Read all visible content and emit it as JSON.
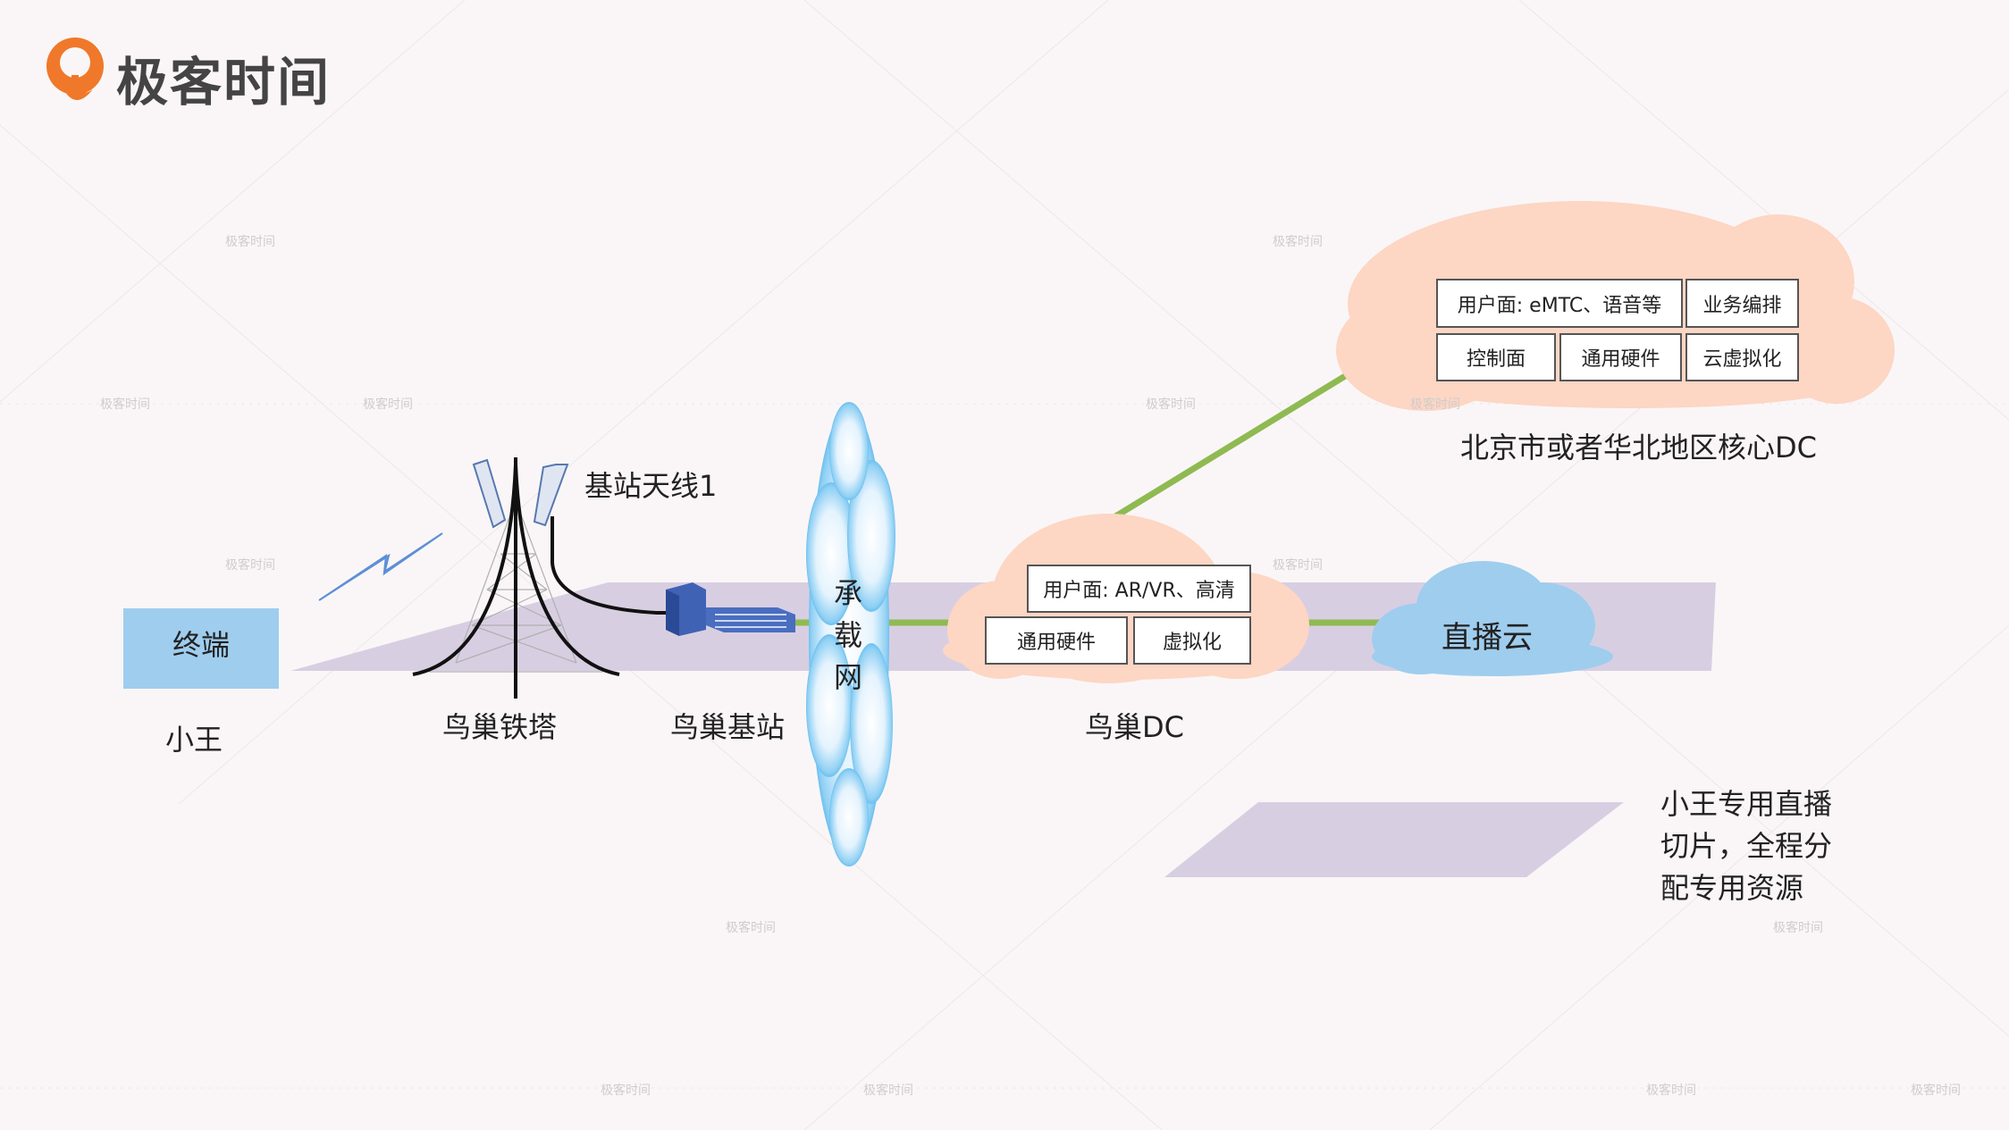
{
  "brand": {
    "name": "极客时间",
    "logo_icon": "geektime-logo-icon",
    "color": "#f0782a"
  },
  "watermark": {
    "text": "极客时间"
  },
  "colors": {
    "link_line": "#8fba52",
    "slice_plane": "#d8cee2",
    "cloud_peach": "#fdd6c4",
    "cloud_blue": "#9fcdee",
    "terminal": "#9fcdee"
  },
  "nodes": {
    "terminal": {
      "label": "终端",
      "caption": "小王"
    },
    "tower": {
      "caption": "鸟巢铁塔",
      "antenna_label": "基站天线1"
    },
    "basestation": {
      "caption": "鸟巢基站"
    },
    "bearer": {
      "label_chars": [
        "承",
        "载",
        "网"
      ]
    },
    "edge_dc": {
      "caption": "鸟巢DC",
      "boxes": [
        "用户面: AR/VR、高清",
        "通用硬件",
        "虚拟化"
      ]
    },
    "core_dc": {
      "caption": "北京市或者华北地区核心DC",
      "boxes": [
        "用户面: eMTC、语音等",
        "业务编排",
        "控制面",
        "通用硬件",
        "云虚拟化"
      ]
    },
    "live_cloud": {
      "label": "直播云"
    }
  },
  "legend": {
    "lines": [
      "小王专用直播",
      "切片，全程分",
      "配专用资源"
    ]
  }
}
